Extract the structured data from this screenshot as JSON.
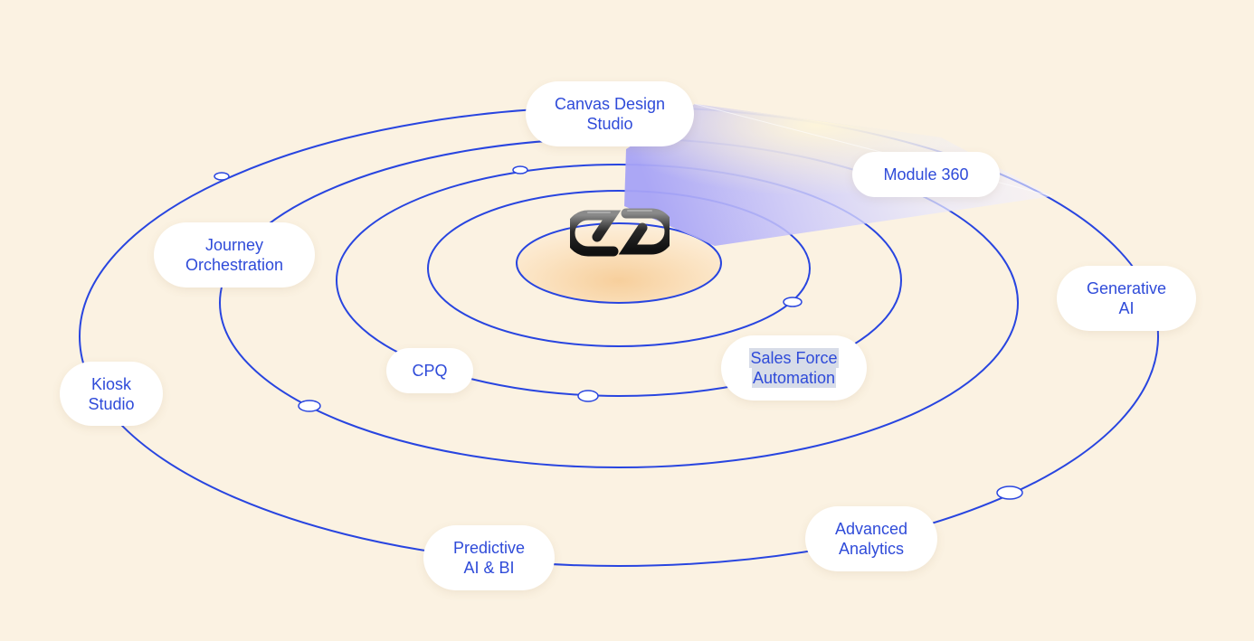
{
  "colors": {
    "background": "#FBF2E2",
    "orbit_stroke": "#2845E0",
    "label_text": "#2F4BD9",
    "node_bg": "#FFFFFF",
    "center_glow": "#F8D9AE",
    "highlight_bg": "#D7DCE8"
  },
  "center": {
    "logo_icon": "interlocking-chain-logo-icon"
  },
  "nodes": [
    {
      "id": "canvas-design-studio",
      "lines": [
        "Canvas Design",
        "Studio"
      ]
    },
    {
      "id": "module-360",
      "lines": [
        "Module 360"
      ]
    },
    {
      "id": "journey-orchestration",
      "lines": [
        "Journey",
        "Orchestration"
      ]
    },
    {
      "id": "generative-ai",
      "lines": [
        "Generative",
        "AI"
      ]
    },
    {
      "id": "cpq",
      "lines": [
        "CPQ"
      ]
    },
    {
      "id": "sales-force-automation",
      "lines": [
        "Sales Force",
        "Automation"
      ],
      "highlighted": true
    },
    {
      "id": "kiosk-studio",
      "lines": [
        "Kiosk",
        "Studio"
      ]
    },
    {
      "id": "predictive-ai-bi",
      "lines": [
        "Predictive",
        "AI & BI"
      ]
    },
    {
      "id": "advanced-analytics",
      "lines": [
        "Advanced",
        "Analytics"
      ]
    }
  ]
}
